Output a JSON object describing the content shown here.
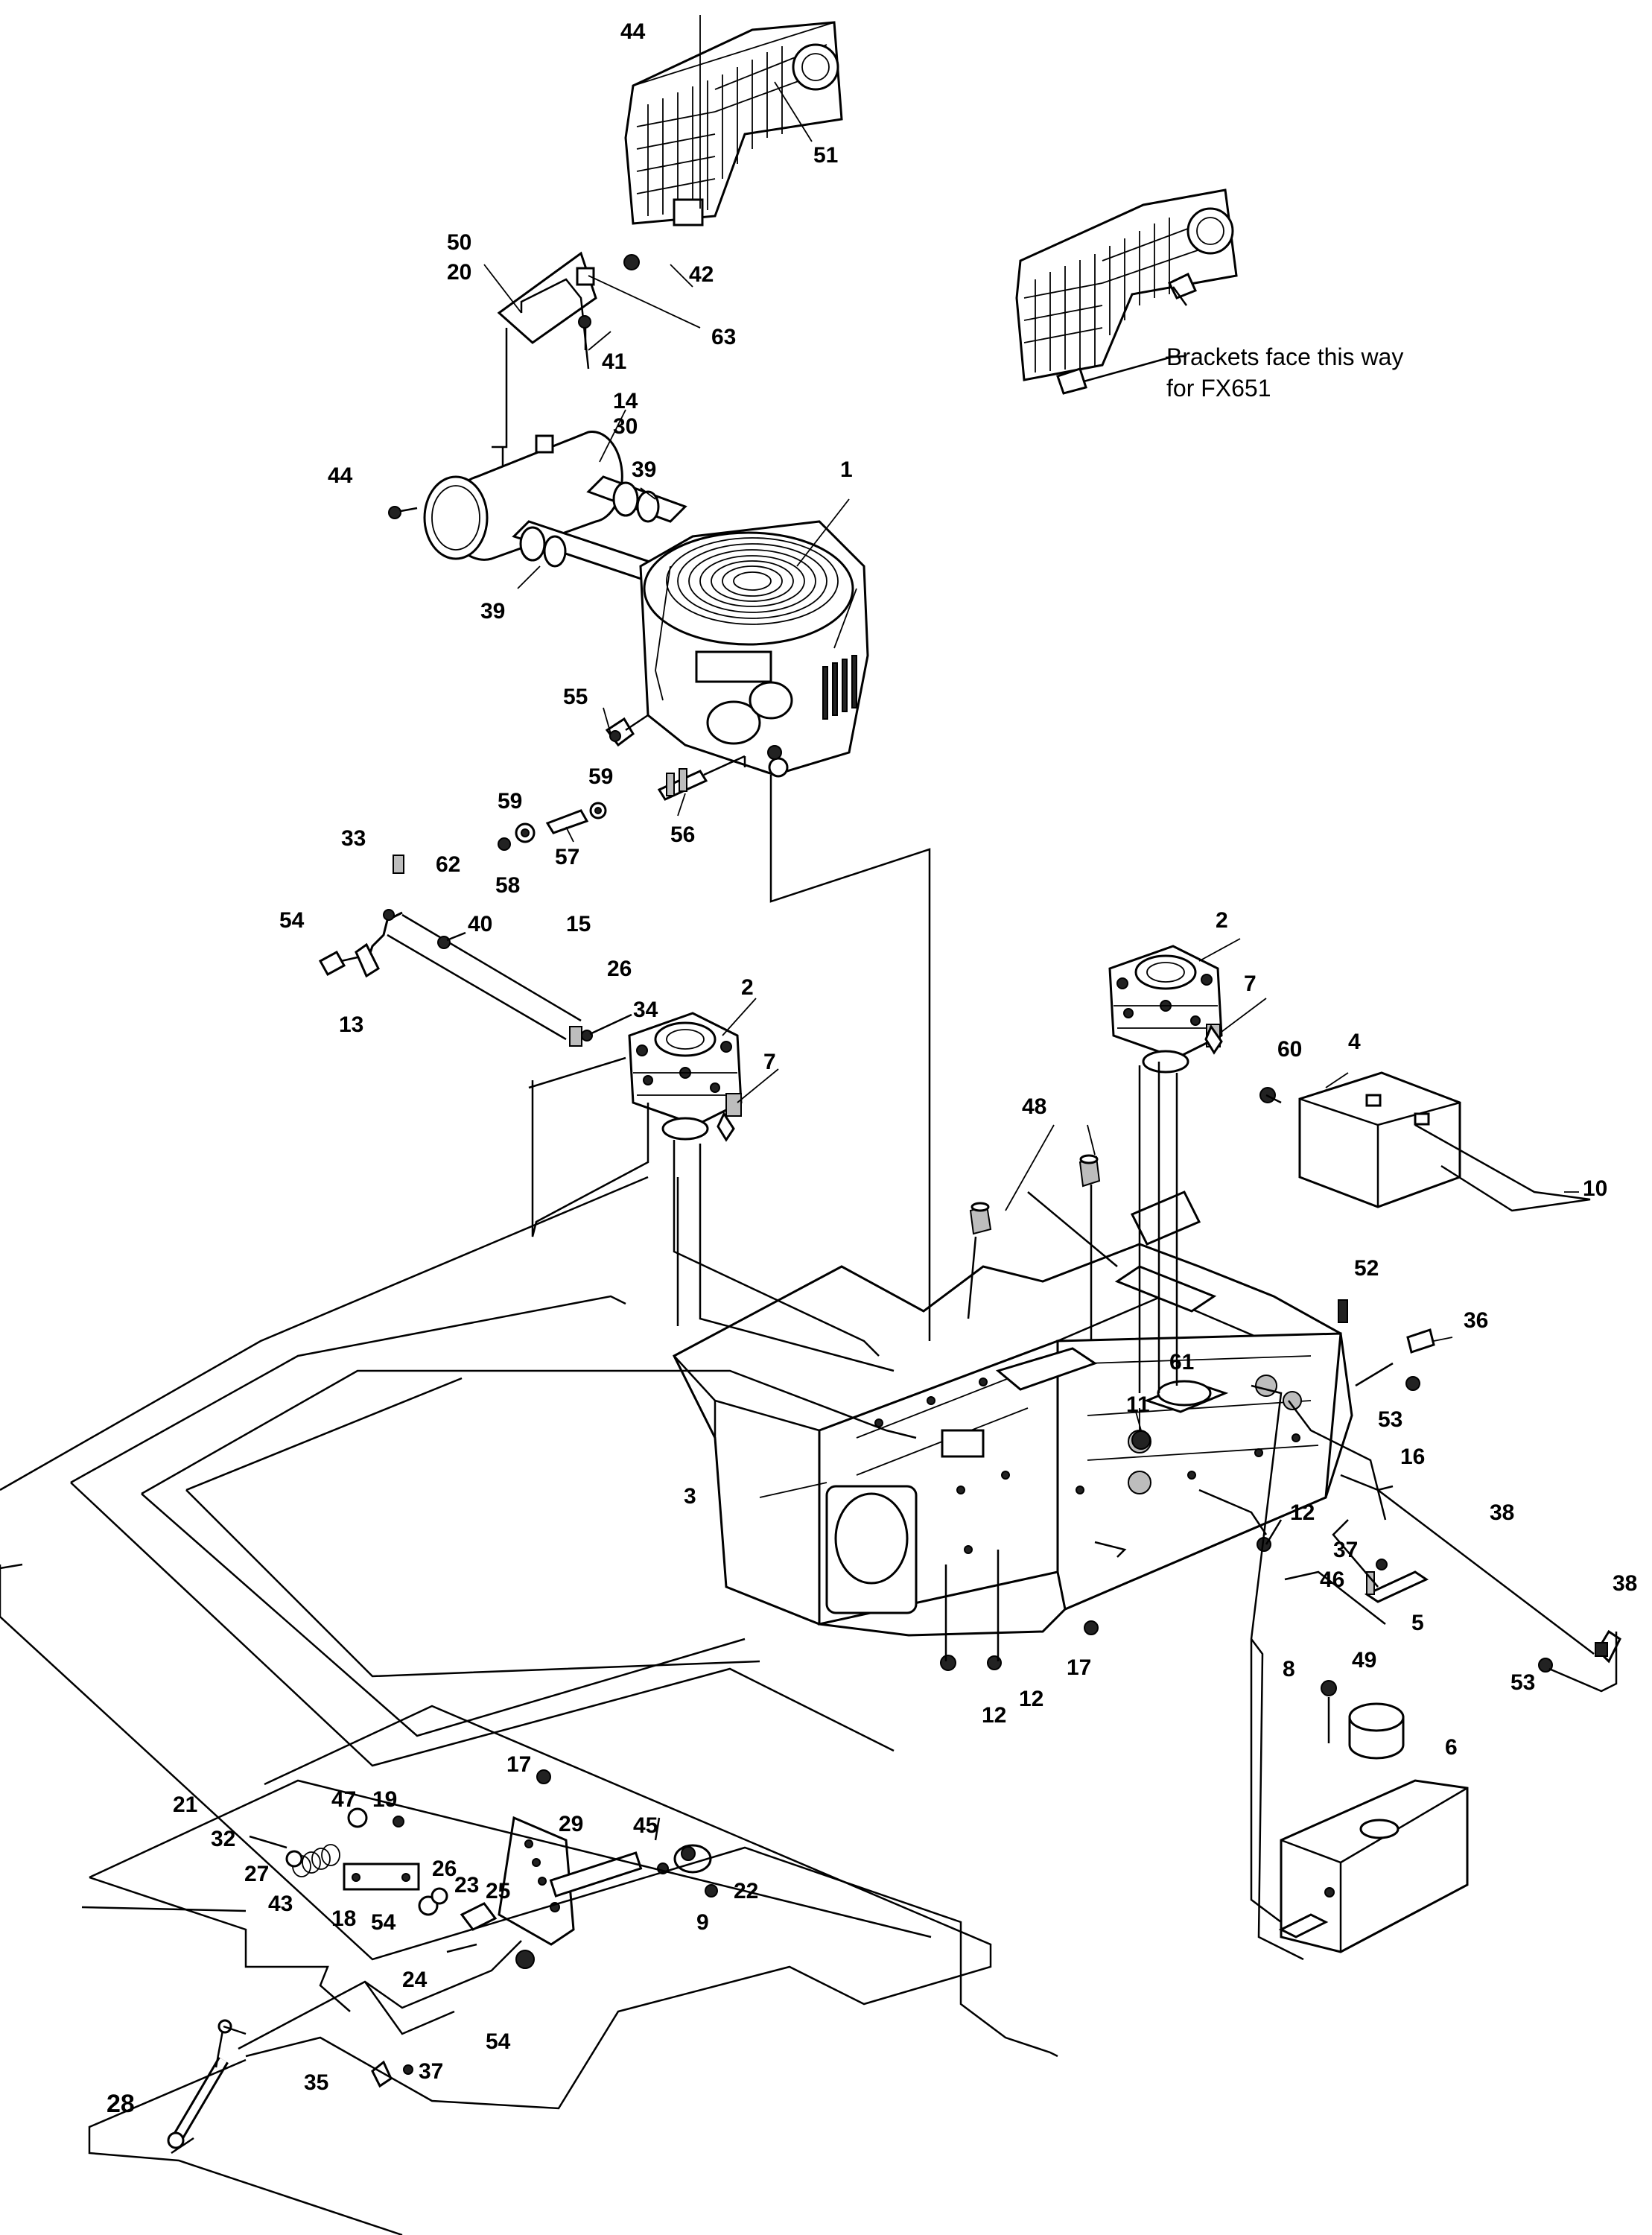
{
  "note": {
    "line1": "Brackets face this way",
    "line2": "for FX651"
  },
  "callouts": {
    "c1": "1",
    "c2a": "2",
    "c2b": "2",
    "c3": "3",
    "c4": "4",
    "c5": "5",
    "c6": "6",
    "c7a": "7",
    "c7b": "7",
    "c8": "8",
    "c9": "9",
    "c10": "10",
    "c11": "11",
    "c12a": "12",
    "c12b": "12",
    "c12c": "12",
    "c13": "13",
    "c14": "14",
    "c15": "15",
    "c16": "16",
    "c17a": "17",
    "c17b": "17",
    "c18": "18",
    "c19": "19",
    "c20": "20",
    "c21": "21",
    "c22": "22",
    "c23": "23",
    "c24": "24",
    "c25": "25",
    "c26a": "26",
    "c26b": "26",
    "c27": "27",
    "c28": "28",
    "c29": "29",
    "c30": "30",
    "c32": "32",
    "c33": "33",
    "c34": "34",
    "c35": "35",
    "c36": "36",
    "c37a": "37",
    "c37b": "37",
    "c38a": "38",
    "c38b": "38",
    "c39a": "39",
    "c39b": "39",
    "c40": "40",
    "c41": "41",
    "c42": "42",
    "c43": "43",
    "c44a": "44",
    "c44b": "44",
    "c45": "45",
    "c46": "46",
    "c47": "47",
    "c48": "48",
    "c49": "49",
    "c50": "50",
    "c51": "51",
    "c52": "52",
    "c53a": "53",
    "c53b": "53",
    "c54a": "54",
    "c54b": "54",
    "c54c": "54",
    "c55": "55",
    "c56": "56",
    "c57": "57",
    "c58": "58",
    "c59a": "59",
    "c59b": "59",
    "c60": "60",
    "c61": "61",
    "c62": "62",
    "c63": "63"
  }
}
